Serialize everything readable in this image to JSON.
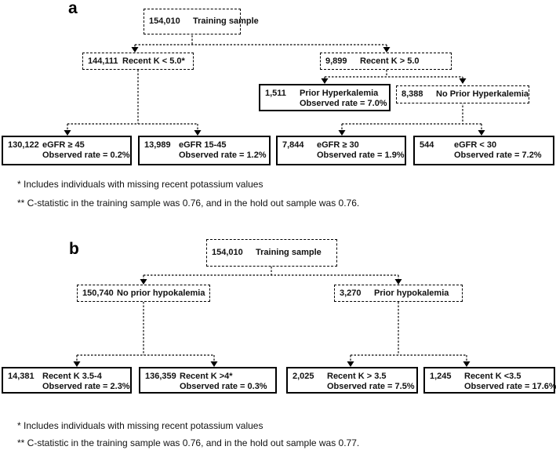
{
  "panel_a": {
    "label": "a",
    "root": {
      "n": "154,010",
      "text": "Training sample"
    },
    "k_lt5": {
      "n": "144,111",
      "text": "Recent K < 5.0*"
    },
    "k_gt5": {
      "n": "9,899",
      "text": "Recent K > 5.0"
    },
    "prior_hyper": {
      "n": "1,511",
      "text": "Prior Hyperkalemia",
      "rate": "Observed rate = 7.0%"
    },
    "no_prior_hyper": {
      "n": "8,388",
      "text": "No Prior Hyperkalemia"
    },
    "egfr_ge45": {
      "n": "130,122",
      "text": "eGFR ≥ 45",
      "rate": "Observed rate = 0.2%"
    },
    "egfr_15_45": {
      "n": "13,989",
      "text": "eGFR 15-45",
      "rate": "Observed rate = 1.2%"
    },
    "egfr_ge30": {
      "n": "7,844",
      "text": "eGFR ≥ 30",
      "rate": "Observed rate = 1.9%"
    },
    "egfr_lt30": {
      "n": "544",
      "text": "eGFR < 30",
      "rate": "Observed rate = 7.2%"
    },
    "footnote1": "* Includes individuals with missing recent potassium values",
    "footnote2": "** C-statistic in the training sample was 0.76, and in the hold out sample was 0.76."
  },
  "panel_b": {
    "label": "b",
    "root": {
      "n": "154,010",
      "text": "Training sample"
    },
    "no_prior_hypo": {
      "n": "150,740",
      "text": "No prior hypokalemia"
    },
    "prior_hypo": {
      "n": "3,270",
      "text": "Prior hypokalemia"
    },
    "k_35_4": {
      "n": "14,381",
      "text": "Recent K 3.5-4",
      "rate": "Observed rate = 2.3%"
    },
    "k_gt4": {
      "n": "136,359",
      "text": "Recent K >4*",
      "rate": "Observed rate = 0.3%"
    },
    "k_gt35": {
      "n": "2,025",
      "text": "Recent K > 3.5",
      "rate": "Observed rate = 7.5%"
    },
    "k_lt35": {
      "n": "1,245",
      "text": "Recent K <3.5",
      "rate": "Observed rate = 17.6%"
    },
    "footnote1": "* Includes individuals with missing recent potassium values",
    "footnote2": "** C-statistic in the training sample was 0.76, and in the hold out sample was 0.77."
  }
}
